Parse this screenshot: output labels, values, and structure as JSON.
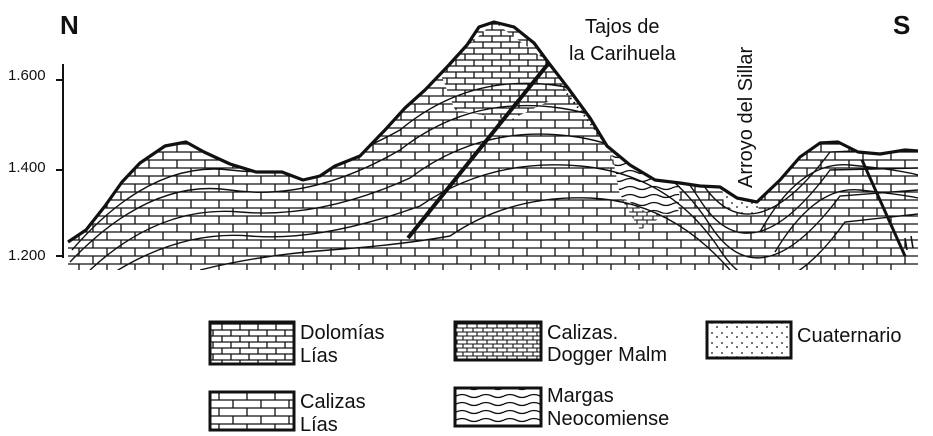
{
  "orientation": {
    "north": "N",
    "south": "S"
  },
  "altitudes": [
    "1.600",
    "1.400",
    "1.200"
  ],
  "places": {
    "peak_line1": "Tajos de",
    "peak_line2": "la Carihuela",
    "valley": "Arroyo del Sillar"
  },
  "legend": [
    {
      "id": "dolomias",
      "line1": "Dolomías",
      "line2": "Lías"
    },
    {
      "id": "calizas-dogger",
      "line1": "Calizas.",
      "line2": "Dogger Malm"
    },
    {
      "id": "cuaternario",
      "line1": "Cuaternario",
      "line2": ""
    },
    {
      "id": "calizas-lias",
      "line1": "Calizas",
      "line2": "Lías"
    },
    {
      "id": "margas",
      "line1": "Margas",
      "line2": "Neocomiense"
    }
  ]
}
